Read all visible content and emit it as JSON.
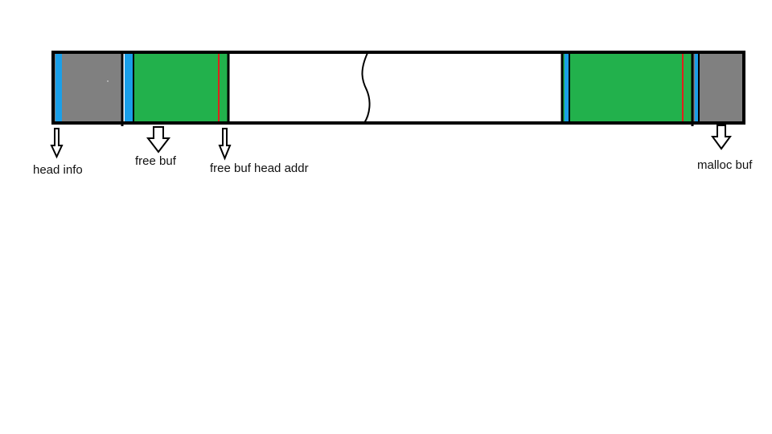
{
  "diagram": {
    "labels": {
      "head_info": "head info",
      "free_buf": "free buf",
      "free_buf_head_addr": "free buf head addr",
      "malloc_buf": "malloc buf"
    },
    "colors": {
      "outline": "#000000",
      "gray_block": "#808080",
      "green_block": "#22b14c",
      "blue_marker": "#1a9fe8",
      "red_marker": "#e0201c",
      "empty_region": "#ffffff"
    }
  }
}
